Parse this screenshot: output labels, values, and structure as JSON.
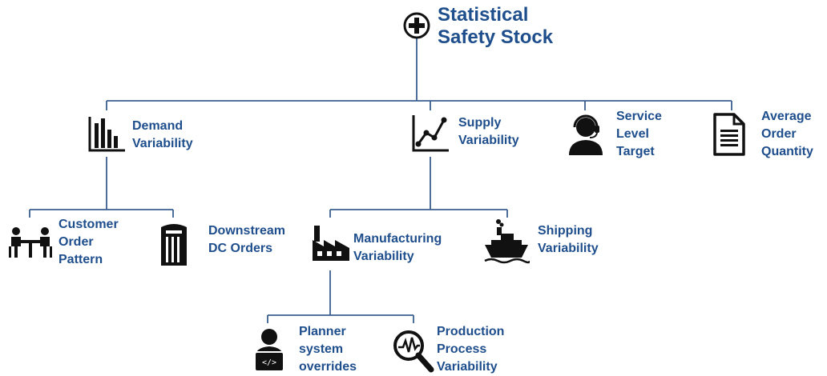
{
  "root": {
    "label": "Statistical\nSafety Stock",
    "icon": "plus-circle-icon"
  },
  "nodes": {
    "demand": {
      "label": "Demand\nVariability",
      "icon": "bar-chart-icon"
    },
    "supply": {
      "label": "Supply\nVariability",
      "icon": "line-chart-icon"
    },
    "service": {
      "label": "Service\nLevel\nTarget",
      "icon": "headset-person-icon"
    },
    "aoq": {
      "label": "Average\nOrder\nQuantity",
      "icon": "document-icon"
    },
    "customer": {
      "label": "Customer\nOrder\nPattern",
      "icon": "meeting-table-icon"
    },
    "downstream": {
      "label": "Downstream\nDC Orders",
      "icon": "warehouse-icon"
    },
    "manufacturing": {
      "label": "Manufacturing\nVariability",
      "icon": "factory-icon"
    },
    "shipping": {
      "label": "Shipping\nVariability",
      "icon": "ship-icon"
    },
    "planner": {
      "label": "Planner\nsystem\noverrides",
      "icon": "programmer-icon"
    },
    "production": {
      "label": "Production\nProcess\nVariability",
      "icon": "magnifier-waveform-icon"
    }
  },
  "colors": {
    "text": "#1f4e8c",
    "lines": "#3a5f8f",
    "icons": "#111111"
  }
}
